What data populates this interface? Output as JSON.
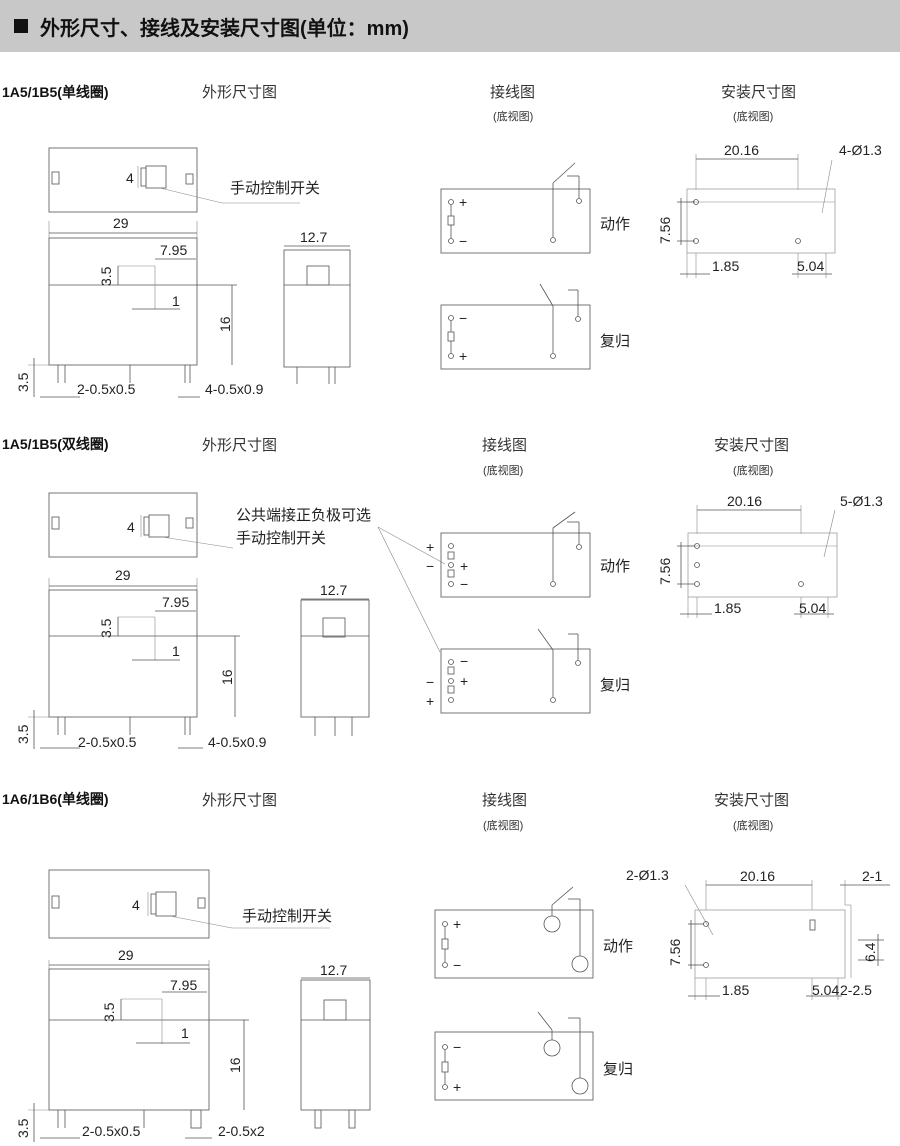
{
  "header": {
    "title": "外形尺寸、接线及安装尺寸图(单位：mm)"
  },
  "sections": [
    {
      "label": "1A5/1B5(单线圈)",
      "outline_title": "外形尺寸图",
      "wiring_title": "接线图",
      "wiring_sub": "(底视图)",
      "mount_title": "安装尺寸图",
      "mount_sub": "(底视图)",
      "switch_label": "手动控制开关",
      "d_top": "4",
      "d_width": "29",
      "d_795": "7.95",
      "d_35a": "3.5",
      "d_1": "1",
      "d_16": "16",
      "d_35b": "3.5",
      "d_pin_a": "2-0.5x0.5",
      "d_pin_b": "4-0.5x0.9",
      "d_side": "12.7",
      "action": "动作",
      "reset": "复归",
      "plus": "+",
      "minus": "−",
      "m_2016": "20.16",
      "m_hole": "4-Ø1.3",
      "m_756": "7.56",
      "m_185": "1.85",
      "m_504": "5.04"
    },
    {
      "label": "1A5/1B5(双线圈)",
      "outline_title": "外形尺寸图",
      "wiring_title": "接线图",
      "wiring_sub": "(底视图)",
      "mount_title": "安装尺寸图",
      "mount_sub": "(底视图)",
      "common_label": "公共端接正负极可选",
      "switch_label": "手动控制开关",
      "d_top": "4",
      "d_width": "29",
      "d_795": "7.95",
      "d_35a": "3.5",
      "d_1": "1",
      "d_16": "16",
      "d_35b": "3.5",
      "d_pin_a": "2-0.5x0.5",
      "d_pin_b": "4-0.5x0.9",
      "d_side": "12.7",
      "action": "动作",
      "reset": "复归",
      "plus": "+",
      "minus": "−",
      "m_2016": "20.16",
      "m_hole": "5-Ø1.3",
      "m_756": "7.56",
      "m_185": "1.85",
      "m_504": "5.04"
    },
    {
      "label": "1A6/1B6(单线圈)",
      "outline_title": "外形尺寸图",
      "wiring_title": "接线图",
      "wiring_sub": "(底视图)",
      "mount_title": "安装尺寸图",
      "mount_sub": "(底视图)",
      "switch_label": "手动控制开关",
      "d_top": "4",
      "d_width": "29",
      "d_795": "7.95",
      "d_35a": "3.5",
      "d_1": "1",
      "d_16": "16",
      "d_35b": "3.5",
      "d_pin_a": "2-0.5x0.5",
      "d_pin_b": "2-0.5x2",
      "d_side": "12.7",
      "action": "动作",
      "reset": "复归",
      "plus": "+",
      "minus": "−",
      "m_2016": "20.16",
      "m_hole": "2-Ø1.3",
      "m_21": "2-1",
      "m_756": "7.56",
      "m_185": "1.85",
      "m_504": "5.04",
      "m_225": "2-2.5",
      "m_64": "6.4"
    }
  ]
}
